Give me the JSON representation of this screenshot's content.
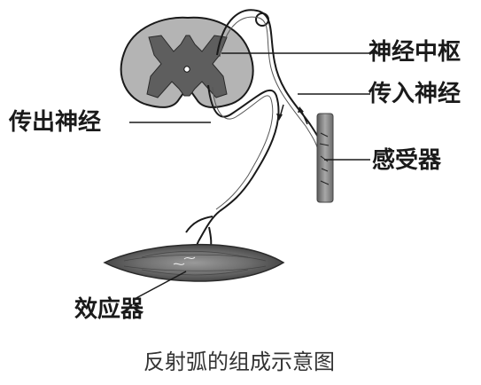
{
  "labels": {
    "center": "神经中枢",
    "afferent": "传入神经",
    "efferent": "传出神经",
    "receptor": "感受器",
    "effector": "效应器"
  },
  "caption": "反射弧的组成示意图",
  "colors": {
    "ink": "#1a1a1a",
    "gray_matter": "#5e5e5e",
    "white_matter": "#b4b4b4",
    "muscle": "#6b6b6b",
    "skin": "#8a8a8a"
  }
}
